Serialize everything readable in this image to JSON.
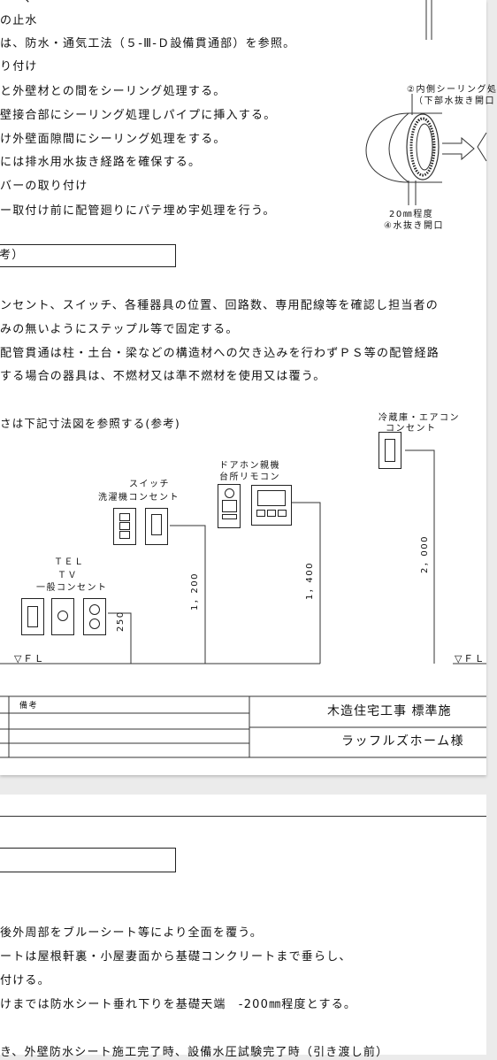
{
  "sheet1": {
    "lines": [
      "の止水",
      "は、防水・通気工法（５-Ⅲ-Ｄ設備貫通部）を参照。",
      "り付け",
      "と外壁材との間をシーリング処理する。",
      "壁接合部にシーリング処理しパイプに挿入する。",
      "け外壁面隙間にシーリング処理をする。",
      "には排水用水抜き経路を確保する。",
      "バーの取り付け",
      "ー取付け前に配管廻りにパテ埋め宇処理を行う。"
    ],
    "pipe_figure": {
      "label_top_1": "②内側シーリング処",
      "label_top_2": "（下部水抜き開口",
      "label_bottom_1": "20㎜程度",
      "label_bottom_2": "④水抜き開口"
    },
    "section_box": "考）",
    "notes": [
      "ンセント、スイッチ、各種器具の位置、回路数、専用配線等を確認し担当者の",
      "みの無いようにステップル等で固定する。",
      "配管貫通は柱・土台・梁などの構造材への欠き込みを行わずＰＳ等の配管経路",
      "する場合の器具は、不燃材又は準不燃材を使用又は覆う。"
    ],
    "diagram": {
      "heading": "さは下記寸法図を参照する(参考)",
      "label_low_1": "ＴＥＬ",
      "label_low_2": "ＴＶ",
      "label_low_3": "一般コンセント",
      "label_switch_1": "スイッチ",
      "label_switch_2": "洗濯機コンセント",
      "label_door_1": "ドアホン親機",
      "label_door_2": "台所リモコン",
      "label_fridge_1": "冷蔵庫・エアコン",
      "label_fridge_2": "コンセント",
      "dim_250": "250",
      "dim_1200": "1，200",
      "dim_1400": "1，400",
      "dim_2000": "2，000",
      "fl_left": "▽ＦＬ",
      "fl_right": "▽ＦＬ"
    },
    "title_block": {
      "remarks_label": "備考",
      "title_1": "木造住宅工事 標準施",
      "title_2": "ラッフルズホーム様"
    }
  },
  "sheet2": {
    "lines": [
      "後外周部をブルーシート等により全面を覆う。",
      "ートは屋根軒裏・小屋妻面から基礎コンクリートまで垂らし、",
      "付ける。",
      "けまでは防水シート垂れ下りを基礎天端　-200㎜程度とする。",
      "き、外壁防水シート施工完了時、設備水圧試験完了時（引き渡し前）"
    ]
  }
}
